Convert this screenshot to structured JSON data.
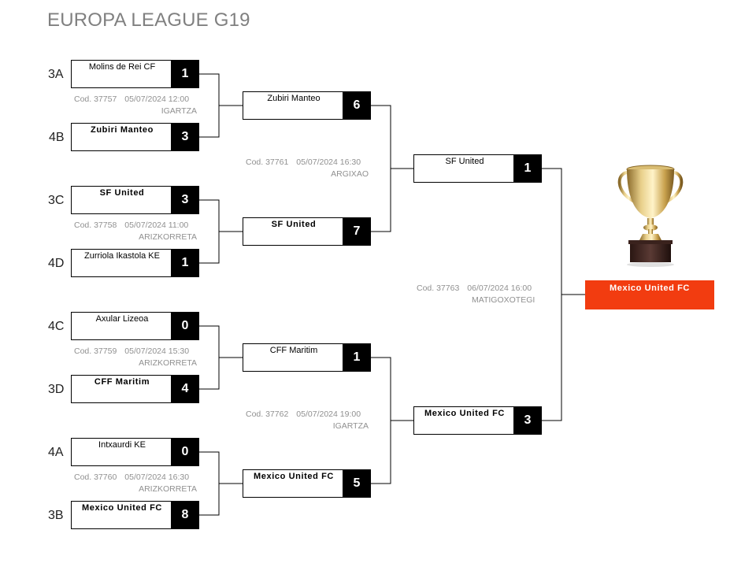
{
  "title": "EUROPA LEAGUE G19",
  "seeds": [
    "3A",
    "4B",
    "3C",
    "4D",
    "4C",
    "3D",
    "4A",
    "3B"
  ],
  "round1": [
    {
      "teams": [
        {
          "name": "Molins de Rei CF",
          "score": "1",
          "winner": false
        },
        {
          "name": "Zubiri Manteo",
          "score": "3",
          "winner": true
        }
      ],
      "code": "Cod. 37757",
      "date": "05/07/2024 12:00",
      "venue": "IGARTZA"
    },
    {
      "teams": [
        {
          "name": "SF United",
          "score": "3",
          "winner": true
        },
        {
          "name": "Zurriola Ikastola KE",
          "score": "1",
          "winner": false
        }
      ],
      "code": "Cod. 37758",
      "date": "05/07/2024 11:00",
      "venue": "ARIZKORRETA"
    },
    {
      "teams": [
        {
          "name": "Axular Lizeoa",
          "score": "0",
          "winner": false
        },
        {
          "name": "CFF Maritim",
          "score": "4",
          "winner": true
        }
      ],
      "code": "Cod. 37759",
      "date": "05/07/2024 15:30",
      "venue": "ARIZKORRETA"
    },
    {
      "teams": [
        {
          "name": "Intxaurdi KE",
          "score": "0",
          "winner": false
        },
        {
          "name": "Mexico United FC",
          "score": "8",
          "winner": true
        }
      ],
      "code": "Cod. 37760",
      "date": "05/07/2024 16:30",
      "venue": "ARIZKORRETA"
    }
  ],
  "round2": [
    {
      "teams": [
        {
          "name": "Zubiri Manteo",
          "score": "6",
          "winner": false
        },
        {
          "name": "SF United",
          "score": "7",
          "winner": true
        }
      ],
      "code": "Cod. 37761",
      "date": "05/07/2024 16:30",
      "venue": "ARGIXAO"
    },
    {
      "teams": [
        {
          "name": "CFF Maritim",
          "score": "1",
          "winner": false
        },
        {
          "name": "Mexico United FC",
          "score": "5",
          "winner": true
        }
      ],
      "code": "Cod. 37762",
      "date": "05/07/2024 19:00",
      "venue": "IGARTZA"
    }
  ],
  "final": {
    "teams": [
      {
        "name": "SF United",
        "score": "1",
        "winner": false
      },
      {
        "name": "Mexico United FC",
        "score": "3",
        "winner": true
      }
    ],
    "code": "Cod. 37763",
    "date": "06/07/2024 16:00",
    "venue": "MATIGOXOTEGI"
  },
  "champion": "Mexico United FC",
  "icons": {
    "trophy": "trophy-icon"
  },
  "colors": {
    "champion_bg": "#f23c10",
    "score_bg": "#000000"
  }
}
